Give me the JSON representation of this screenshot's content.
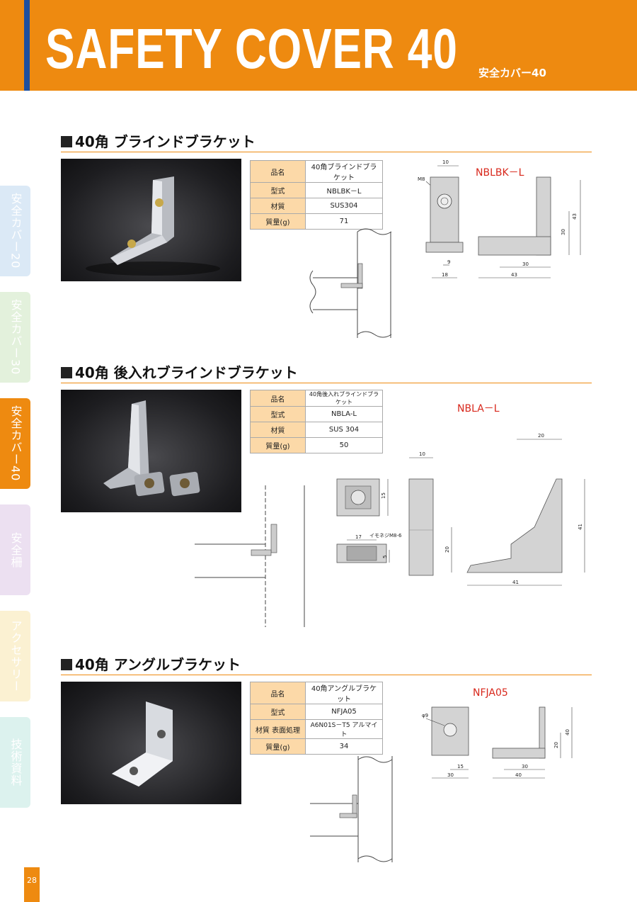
{
  "header": {
    "title": "SAFETY COVER 40",
    "subtitle": "安全カバー40"
  },
  "side_tabs": [
    {
      "label": "安全カバー20",
      "color": "#dbe9f6"
    },
    {
      "label": "安全カバー30",
      "color": "#e3f1dc"
    },
    {
      "label": "安全カバー40",
      "color": "#ee8a10"
    },
    {
      "label": "安全柵",
      "color": "#ece0f1"
    },
    {
      "label": "アクセサリー",
      "color": "#fbf1d2"
    },
    {
      "label": "技術資料",
      "color": "#dcf2ee"
    }
  ],
  "sections": [
    {
      "title": "40角 ブラインドブラケット",
      "model": "NBLBK－L",
      "specs": [
        {
          "label": "品名",
          "value": "40角ブラインドブラケット"
        },
        {
          "label": "型式",
          "value": "NBLBK－L"
        },
        {
          "label": "材質",
          "value": "SUS304"
        },
        {
          "label": "質量(g)",
          "value": "71"
        }
      ],
      "dims": {
        "d10": "10",
        "m8": "M8",
        "d9": "9",
        "d18": "18",
        "d30v": "30",
        "d43v": "43",
        "d30h": "30",
        "d43h": "43"
      }
    },
    {
      "title": "40角 後入れブラインドブラケット",
      "model": "NBLA－L",
      "specs": [
        {
          "label": "品名",
          "value": "40角後入れブラインドブラケット"
        },
        {
          "label": "型式",
          "value": "NBLA-L"
        },
        {
          "label": "材質",
          "value": "SUS 304"
        },
        {
          "label": "質量(g)",
          "value": "50"
        }
      ],
      "dims": {
        "d15": "15",
        "d17": "17",
        "screw": "イモネジM8-6",
        "d5": "5",
        "d10": "10",
        "d20t": "20",
        "d41v": "41",
        "d20v": "20",
        "d41h": "41"
      }
    },
    {
      "title": "40角 アングルブラケット",
      "model": "NFJA05",
      "specs": [
        {
          "label": "品名",
          "value": "40角アングルブラケット"
        },
        {
          "label": "型式",
          "value": "NFJA05"
        },
        {
          "label": "材質 表面処理",
          "value": "A6N01S－T5 アルマイト"
        },
        {
          "label": "質量(g)",
          "value": "34"
        }
      ],
      "dims": {
        "phi9": "φ9",
        "d15": "15",
        "d30": "30",
        "d30b": "30",
        "d40b": "40",
        "d20v": "20",
        "d40v": "40"
      }
    }
  ],
  "page_number": "28",
  "colors": {
    "accent": "#ee8a10",
    "header_bar": "#1d4f9f",
    "table_label_bg": "#fcd9a8",
    "model_text": "#d8281c"
  }
}
